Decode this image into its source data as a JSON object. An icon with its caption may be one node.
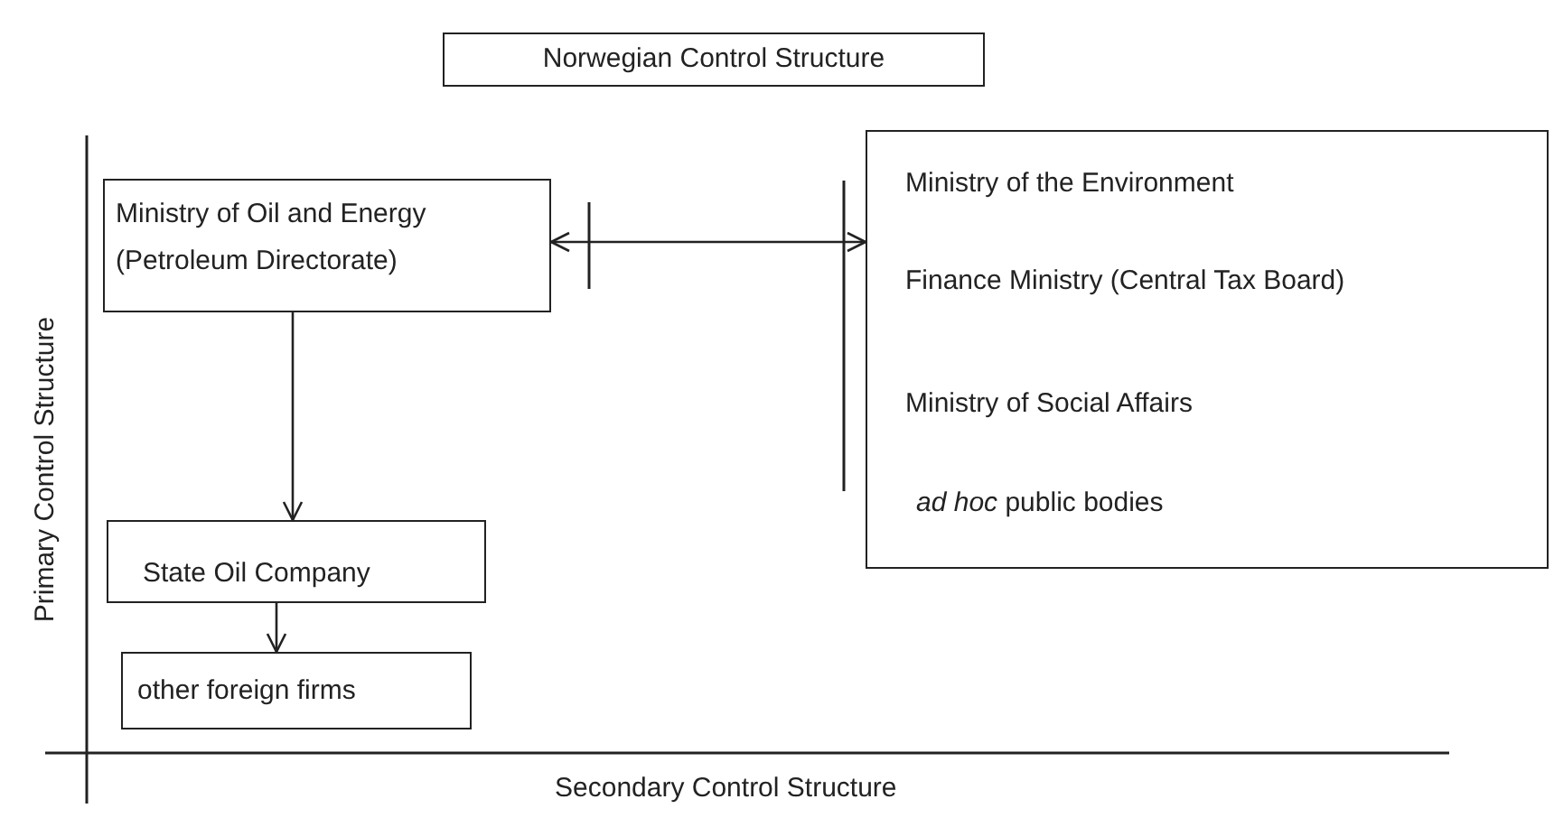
{
  "diagram": {
    "title": "Norwegian Control Structure",
    "nodes": [
      {
        "text": [
          "Ministry of Oil and Energy",
          "(Petroleum Directorate)"
        ]
      },
      {
        "text": [
          "State Oil Company"
        ]
      },
      {
        "text": [
          "other foreign firms"
        ]
      },
      {
        "text": [
          "Ministry of the Environment",
          "Finance Ministry (Central Tax Board)",
          "Ministry of Social Affairs",
          "*ad hoc* public bodies"
        ]
      }
    ],
    "edges": [
      {
        "from": 0,
        "to": 1,
        "arrow": "to"
      },
      {
        "from": 1,
        "to": 2,
        "arrow": "to"
      },
      {
        "from": 0,
        "to": 3,
        "arrow": "both"
      }
    ],
    "labels": [
      "Primary Control Structure",
      "Secondary Control Structure"
    ]
  }
}
